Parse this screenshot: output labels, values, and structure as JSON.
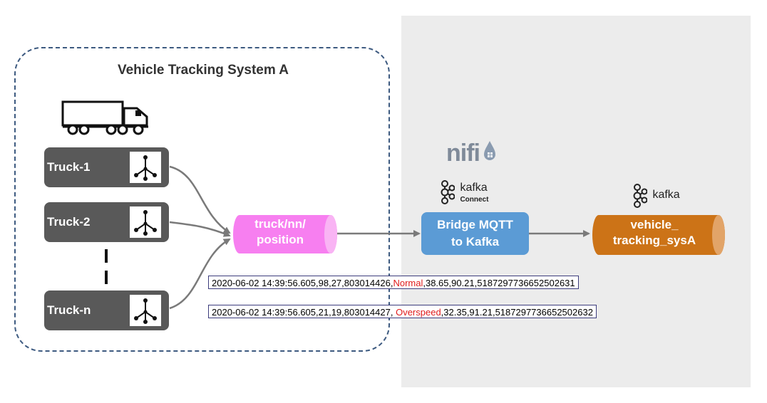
{
  "system": {
    "title": "Vehicle Tracking System A"
  },
  "trucks": [
    {
      "label": "Truck-1"
    },
    {
      "label": "Truck-2"
    },
    {
      "label": "Truck-n"
    }
  ],
  "topic": {
    "line1": "truck/nn/",
    "line2": "position",
    "color": "#f77ff0"
  },
  "bridge": {
    "line1": "Bridge MQTT",
    "line2": "to Kafka",
    "color": "#5b9bd5"
  },
  "kafka_topic": {
    "line1": "vehicle_",
    "line2": "tracking_sysA",
    "color": "#cc7317"
  },
  "logos": {
    "nifi": "nifi",
    "kafka_connect_name": "kafka",
    "kafka_connect_sub": "Connect",
    "kafka_name": "kafka"
  },
  "messages": [
    {
      "prefix": "2020-06-02 14:39:56.605,98,27,803014426,",
      "status": "Normal",
      "suffix": ",38.65,90.21,5187297736652502631"
    },
    {
      "prefix": "2020-06-02 14:39:56.605,21,19,803014427, ",
      "status": "Overspeed",
      "suffix": ",32.35,91.21,5187297736652502632"
    }
  ],
  "icons": [
    "truck-icon",
    "mqtt-icon",
    "kafka-icon",
    "nifi-icon"
  ],
  "colors": {
    "panel": "#ececec",
    "truck_node": "#595959",
    "status_red": "#e01b1b",
    "border_dash": "#3d5a80"
  }
}
